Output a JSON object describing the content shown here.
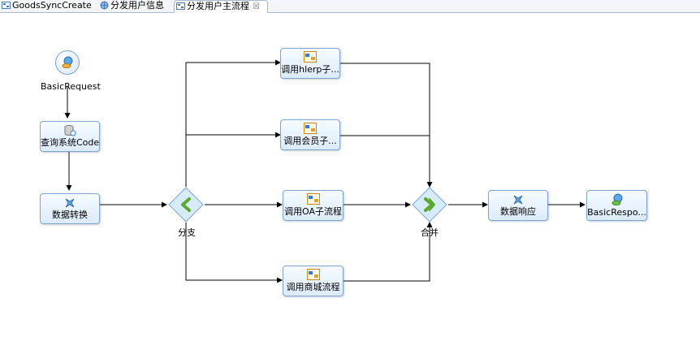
{
  "tabs": [
    {
      "label": "GoodsSyncCreate",
      "icon": "diagram-file-icon"
    },
    {
      "label": "分发用户信息",
      "icon": "globe-service-icon"
    },
    {
      "label": "分发用户主流程",
      "icon": "diagram-file-icon",
      "active": true,
      "close": "☒"
    }
  ],
  "nodes": {
    "start": {
      "label": "BasicRequest"
    },
    "query": {
      "label": "查询系统Code"
    },
    "transform": {
      "label": "数据转换"
    },
    "split": {
      "label": "分支"
    },
    "sub1": {
      "label": "调用hlerp子..."
    },
    "sub2": {
      "label": "调用会员子..."
    },
    "sub3": {
      "label": "调用OA子流程"
    },
    "sub4": {
      "label": "调用商城流程"
    },
    "merge": {
      "label": "合并"
    },
    "response": {
      "label": "数据响应"
    },
    "end": {
      "label": "BasicRespo..."
    }
  },
  "colors": {
    "edge": "#000000",
    "node_border": "#7fa4cf",
    "gateway_fill": "#d7ecfb",
    "gateway_arrow": "#5aa82f"
  }
}
